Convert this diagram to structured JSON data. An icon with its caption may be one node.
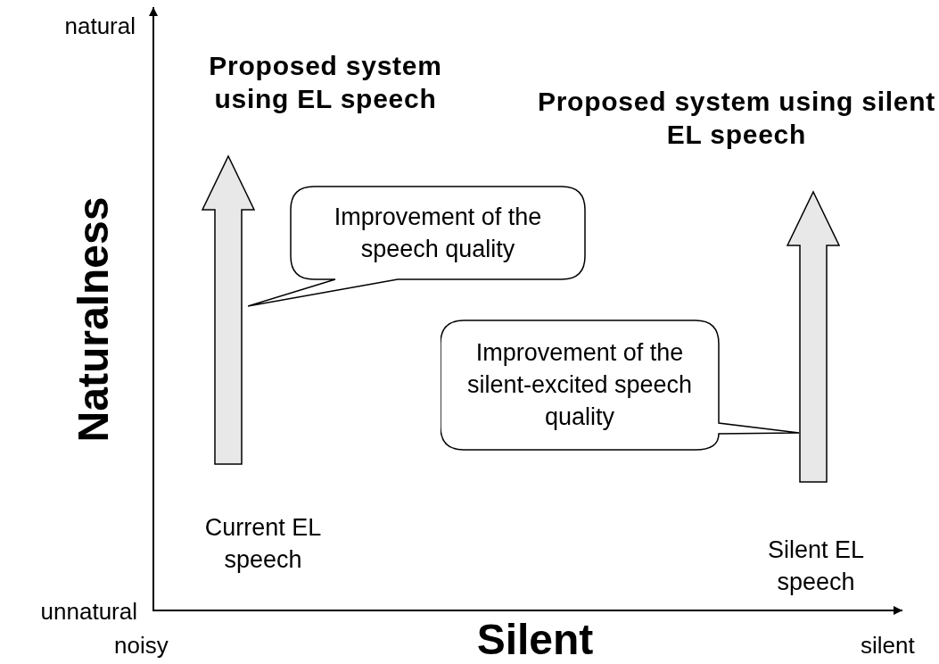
{
  "diagram": {
    "nodes": [
      {
        "text": [
          "Proposed system using EL speech"
        ]
      },
      {
        "text": [
          "Current EL speech"
        ]
      },
      {
        "text": [
          "Improvement of the speech quality"
        ]
      },
      {
        "text": [
          "Proposed system using silent EL speech"
        ]
      },
      {
        "text": [
          "Silent EL speech"
        ]
      },
      {
        "text": [
          "Improvement of the silent-excited speech quality"
        ]
      }
    ],
    "edges": [
      {
        "from": 1,
        "to": 0,
        "arrow": "to",
        "style": "thick"
      },
      {
        "from": 4,
        "to": 3,
        "arrow": "to",
        "style": "thick"
      }
    ],
    "labels": [
      "natural",
      "Naturalness",
      "unnatural",
      "noisy",
      "Silent",
      "silent"
    ]
  }
}
